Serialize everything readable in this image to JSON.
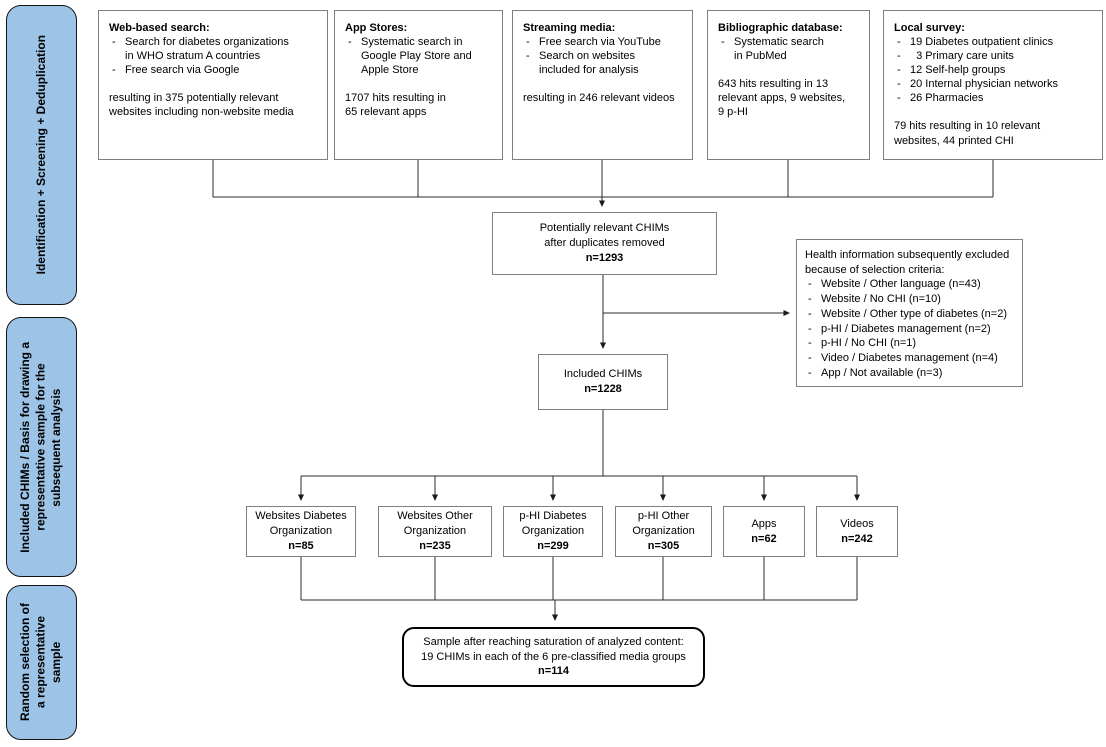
{
  "meta": {
    "bullet_char": "-"
  },
  "colors": {
    "sidebar_fill": "#9DC3E6",
    "sidebar_border": "#141414",
    "box_border": "#7f7f7f",
    "final_border": "#000000",
    "line": "#2b2b2b"
  },
  "sidebar": {
    "stage1": "Identification + Screening + Deduplication",
    "stage2": "Included CHIMs / Basis for drawing a\nrepresentative sample for the\nsubsequent analysis",
    "stage3": "Random selection of\na representative\nsample"
  },
  "sources": [
    {
      "title": "Web-based search:",
      "bullets": [
        "Search for diabetes organizations\nin WHO stratum A countries",
        "Free search via Google"
      ],
      "result": "resulting in 375 potentially relevant\nwebsites including non-website media"
    },
    {
      "title": "App Stores:",
      "bullets": [
        "Systematic search in\nGoogle Play Store and\nApple Store"
      ],
      "result": "1707 hits resulting in\n65 relevant apps"
    },
    {
      "title": "Streaming media:",
      "bullets": [
        "Free search via YouTube",
        "Search on websites\nincluded for analysis"
      ],
      "result": "resulting in 246 relevant videos"
    },
    {
      "title": "Bibliographic database:",
      "bullets": [
        "Systematic search\nin PubMed"
      ],
      "result": "643 hits resulting in 13\nrelevant apps, 9 websites,\n9 p-HI"
    },
    {
      "title": "Local survey:",
      "bullets": [
        "19 Diabetes outpatient clinics",
        " 3 Primary care units",
        "12 Self-help groups",
        "20 Internal physician networks",
        "26 Pharmacies"
      ],
      "result": "79 hits resulting in 10 relevant\nwebsites, 44 printed CHI"
    }
  ],
  "dedup_box": {
    "line1": "Potentially relevant CHIMs",
    "line2": "after duplicates removed",
    "n": "n=1293"
  },
  "excluded_box": {
    "header": "Health information subsequently excluded\nbecause of selection criteria:",
    "items": [
      "Website / Other language (n=43)",
      "Website / No CHI (n=10)",
      "Website / Other type of diabetes (n=2)",
      "p-HI / Diabetes management (n=2)",
      "p-HI / No CHI (n=1)",
      "Video / Diabetes management (n=4)",
      "App / Not available (n=3)"
    ]
  },
  "included_box": {
    "line1": "Included CHIMs",
    "n": "n=1228"
  },
  "categories": [
    {
      "label": "Websites Diabetes\nOrganization",
      "n": "n=85"
    },
    {
      "label": "Websites Other\nOrganization",
      "n": "n=235"
    },
    {
      "label": "p-HI Diabetes\nOrganization",
      "n": "n=299"
    },
    {
      "label": "p-HI Other\nOrganization",
      "n": "n=305"
    },
    {
      "label": "Apps",
      "n": "n=62"
    },
    {
      "label": "Videos",
      "n": "n=242"
    }
  ],
  "sample_box": {
    "line1": "Sample after reaching saturation of analyzed content:",
    "line2": "19 CHIMs in each of the 6 pre-classified media groups",
    "n": "n=114"
  }
}
